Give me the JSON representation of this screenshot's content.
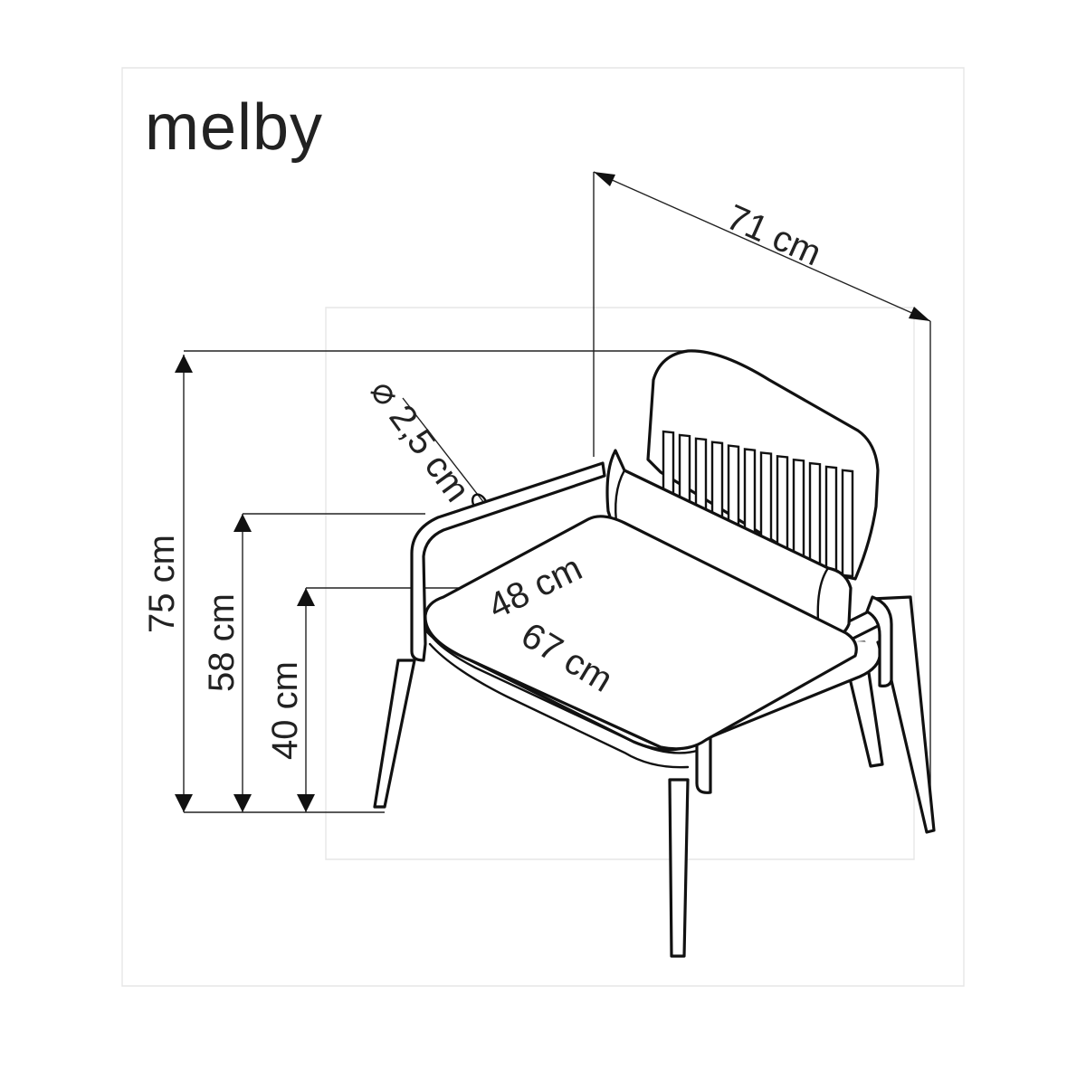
{
  "title": "melby",
  "dimensions": {
    "depth": "71 cm",
    "height": "75 cm",
    "armrest_height": "58 cm",
    "seat_height": "40 cm",
    "seat_depth": "48 cm",
    "seat_width": "67 cm",
    "tube_diameter": "⌀ 2,5 cm"
  },
  "colors": {
    "line": "#111111",
    "background": "#ffffff"
  }
}
